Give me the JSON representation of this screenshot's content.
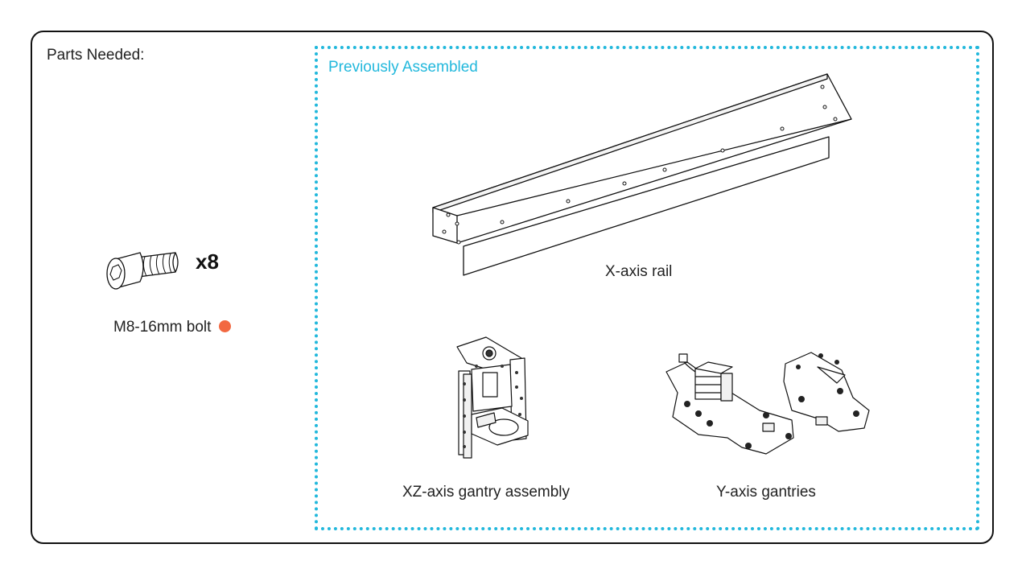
{
  "parts_needed": {
    "title": "Parts Needed:",
    "items": [
      {
        "icon": "m8-bolt-icon",
        "quantity": "x8",
        "label": "M8-16mm bolt",
        "marker_color": "#f26841"
      }
    ]
  },
  "previously_assembled": {
    "title": "Previously Assembled",
    "border_color": "#22b8dc",
    "items": [
      {
        "icon": "x-axis-rail-illustration",
        "label": "X-axis rail"
      },
      {
        "icon": "xz-gantry-illustration",
        "label": "XZ-axis gantry assembly"
      },
      {
        "icon": "y-gantries-illustration",
        "label": "Y-axis gantries"
      }
    ]
  }
}
